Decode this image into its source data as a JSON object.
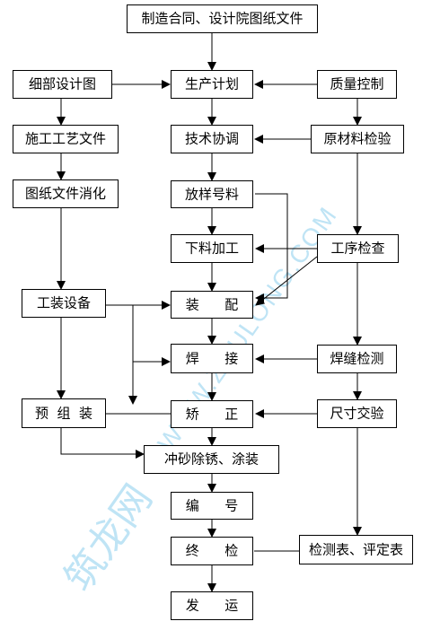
{
  "nodes": {
    "contract": "制造合同、设计院图纸文件",
    "plan": "生产计划",
    "detail_drawing": "细部设计图",
    "quality": "质量控制",
    "process_doc": "施工工艺文件",
    "tech_coord": "技术协调",
    "material_check": "原材料检验",
    "drawing_digest": "图纸文件消化",
    "lofting": "放样号料",
    "cutting": "下料加工",
    "process_check": "工序检查",
    "tooling": "工装设备",
    "assembly": "装      配",
    "welding": "焊      接",
    "weld_test": "焊缝检测",
    "preassembly": "预  组  装",
    "straighten": "矫      正",
    "dimension_check": "尺寸交验",
    "blasting": "冲砂除锈、涂装",
    "numbering": "编      号",
    "final_check": "终      检",
    "report": "检测表、评定表",
    "shipping": "发      运"
  },
  "watermark": {
    "text_cn": "筑龙网",
    "text_url": "WWW.ZHULONG.COM",
    "color": "#bfe4f5"
  },
  "colors": {
    "line": "#000000",
    "box_border": "#000000",
    "background": "#ffffff"
  }
}
